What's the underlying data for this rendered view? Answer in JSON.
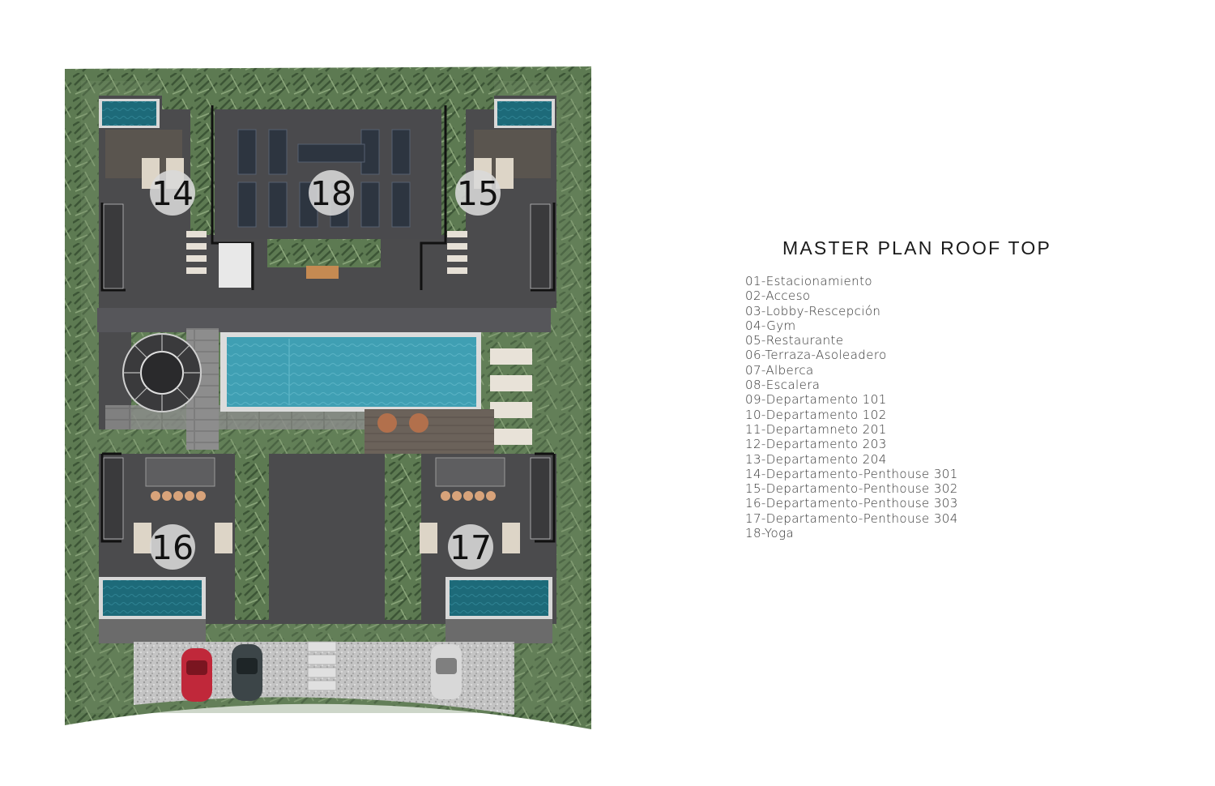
{
  "legend": {
    "title": "MASTER PLAN ROOF TOP",
    "items": [
      "01-Estacionamiento",
      "02-Acceso",
      "03-Lobby-Rescepción",
      "04-Gym",
      "05-Restaurante",
      "06-Terraza-Asoleadero",
      "07-Alberca",
      "08-Escalera",
      "09-Departamento 101",
      "10-Departamento 102",
      "11-Departamneto 201",
      "12-Departamento 203",
      "13-Departamento 204",
      "14-Departamento-Penthouse 301",
      "15-Departamento-Penthouse 302",
      "16-Departamento-Penthouse 303",
      "17-Departamento-Penthouse 304",
      "18-Yoga"
    ]
  },
  "plan": {
    "badges": [
      "14",
      "18",
      "15",
      "16",
      "17"
    ]
  },
  "colors": {
    "concrete": "#4a4a4c",
    "pool": "#3e9db0",
    "plunge_pool": "#1f6f7e",
    "foliage": "#4e6b45",
    "gravel": "#bdbdbd",
    "badge_fill": "#d9d9d9"
  }
}
